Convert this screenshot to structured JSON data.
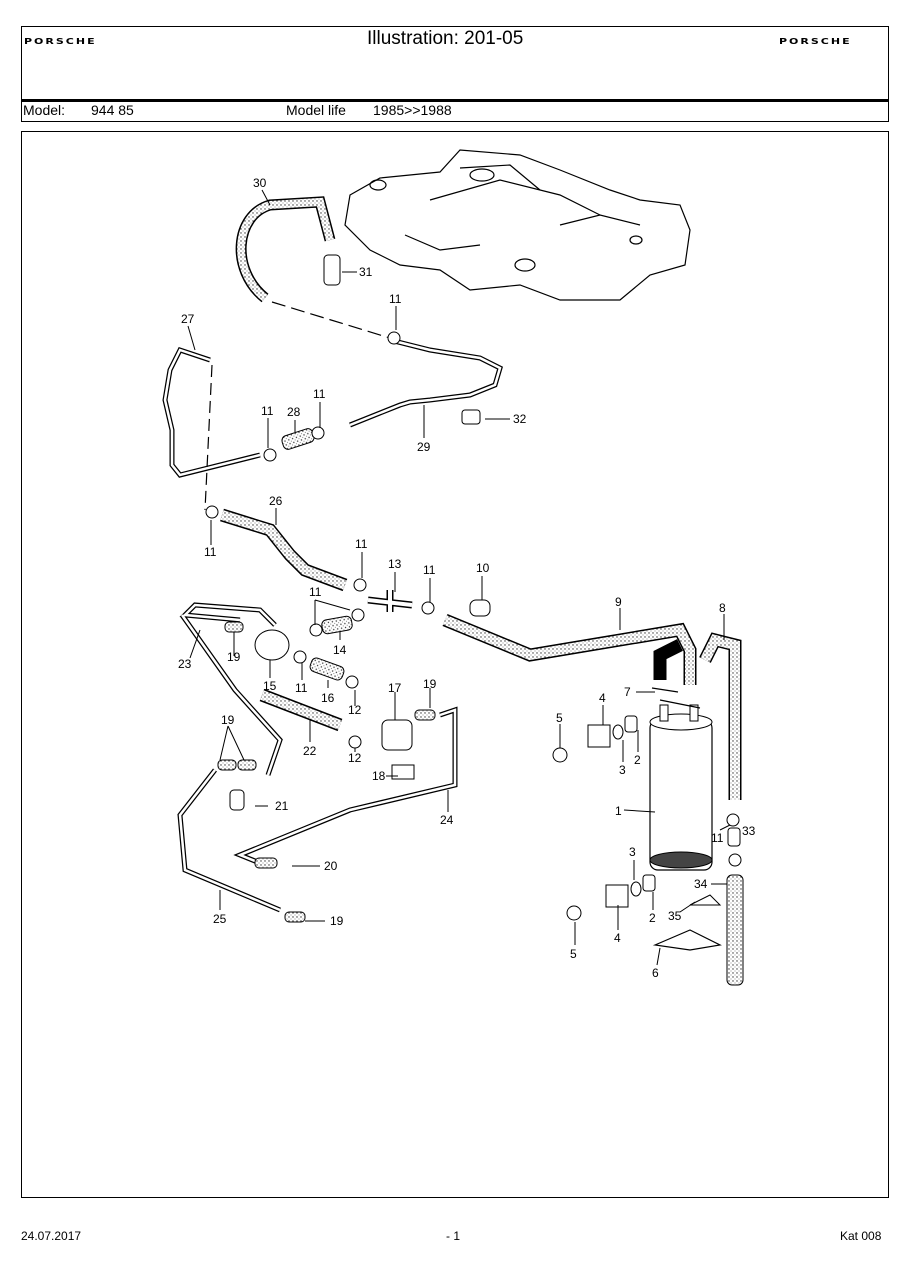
{
  "header": {
    "brand_left": "PORSCHE",
    "brand_right": "PORSCHE",
    "title": "Illustration: 201-05",
    "model_label": "Model:",
    "model_value": "944 85",
    "model_life_label": "Model life",
    "model_life_value": "1985>>1988"
  },
  "diagram": {
    "callouts": [
      "30",
      "31",
      "11",
      "27",
      "11",
      "28",
      "11",
      "29",
      "32",
      "26",
      "11",
      "11",
      "13",
      "11",
      "10",
      "9",
      "8",
      "11",
      "14",
      "23",
      "19",
      "15",
      "11",
      "16",
      "12",
      "17",
      "19",
      "22",
      "12",
      "7",
      "5",
      "4",
      "2",
      "3",
      "1",
      "19",
      "18",
      "21",
      "24",
      "20",
      "11",
      "33",
      "3",
      "34",
      "25",
      "19",
      "35",
      "2",
      "5",
      "4",
      "6"
    ]
  },
  "footer": {
    "date": "24.07.2017",
    "page": "- 1",
    "catalog": "Kat 008"
  }
}
